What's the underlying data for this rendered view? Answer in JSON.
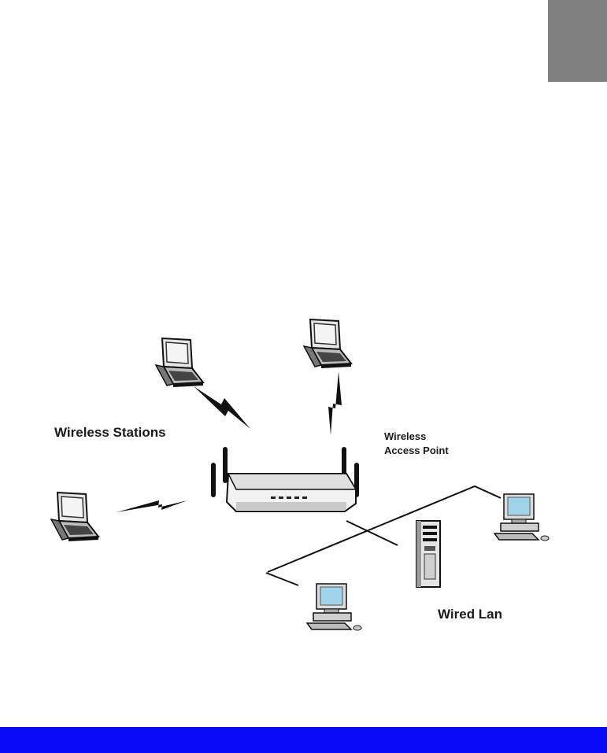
{
  "labels": {
    "wireless_stations": "Wireless Stations",
    "access_point_line1": "Wireless",
    "access_point_line2": "Access Point",
    "wired_lan": "Wired Lan"
  },
  "colors": {
    "corner_tab": "#808080",
    "footer_bar": "#0a0af5",
    "line": "#111111",
    "screen": "#9fd4ea"
  },
  "icons": [
    "laptop-icon",
    "access-point-icon",
    "antenna-icon",
    "desktop-computer-icon",
    "server-tower-icon",
    "wireless-signal-icon"
  ]
}
